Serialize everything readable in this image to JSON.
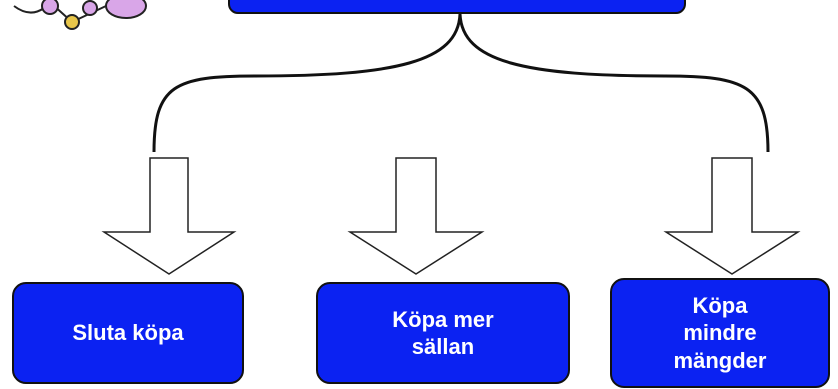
{
  "colors": {
    "box_fill": "#0b22f2",
    "line": "#111111",
    "arrow_fill": "#ffffff",
    "clipart_purple": "#d9a6e8",
    "clipart_gold": "#e8c64a"
  },
  "top_box": {
    "label": ""
  },
  "outcomes": [
    {
      "label": "Sluta köpa"
    },
    {
      "label": "Köpa mer\nsällan"
    },
    {
      "label": "Köpa\nmindre\nmängder"
    }
  ],
  "icons": {
    "clipart": "molecule-clipart-icon"
  }
}
